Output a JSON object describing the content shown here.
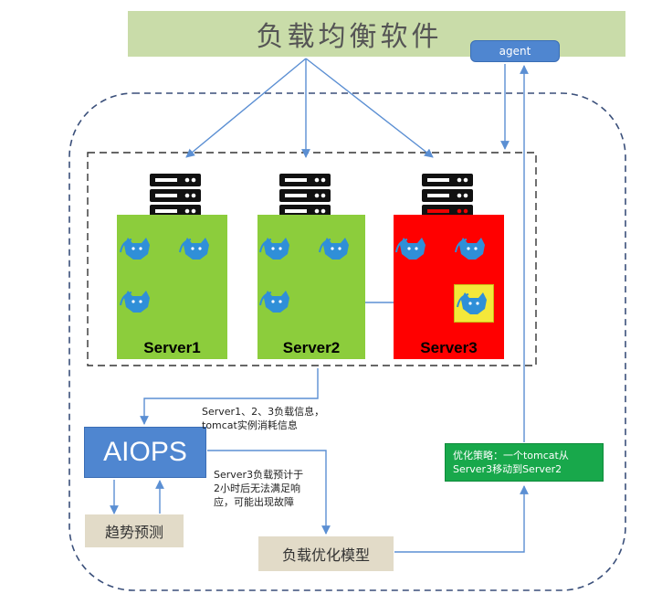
{
  "diagram": {
    "title": "负载均衡软件",
    "agent_label": "agent",
    "servers": [
      {
        "label": "Server1",
        "status": "normal"
      },
      {
        "label": "Server2",
        "status": "normal"
      },
      {
        "label": "Server3",
        "status": "overloaded"
      }
    ],
    "aiops_label": "AIOPS",
    "trend_label": "趋势预测",
    "model_label": "负载优化模型",
    "note_load_info": [
      "Server1、2、3负载信息，",
      "tomcat实例消耗信息"
    ],
    "note_forecast": [
      "Server3负载预计于",
      "2小时后无法满足响",
      "应，可能出现故障"
    ],
    "strategy_lines": [
      "优化策略：一个tomcat从",
      "Server3移动到Server2"
    ]
  },
  "colors": {
    "title_bg": "#c9dca9",
    "server_ok": "#8ccd3c",
    "server_bad": "#ff0000",
    "highlight": "#f4e83a",
    "aiops_blue": "#4f86d0",
    "strategy_green": "#18a84b",
    "tan": "#e2dbc8",
    "line_blue": "#5b8fd3",
    "dash": "#3a4f7a"
  },
  "icons": {
    "server_rack": "server-rack-icon",
    "tomcat": "tomcat-icon"
  }
}
